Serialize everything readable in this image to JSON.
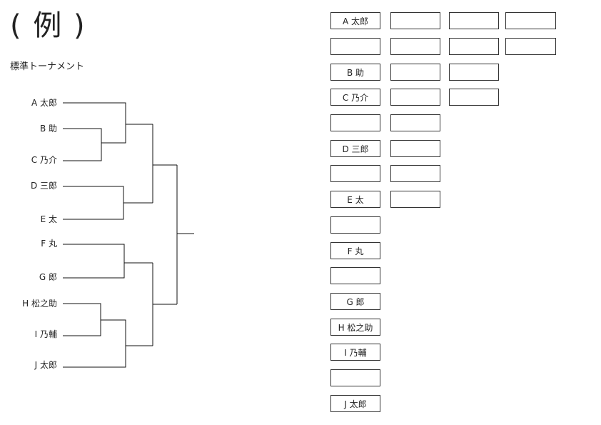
{
  "heading": "( 例 )",
  "subheading": "標準トーナメント",
  "bracket": {
    "players": [
      "A 太郎",
      "B 助",
      "C 乃介",
      "D 三郎",
      "E 太",
      "F 丸",
      "G 郎",
      "H 松之助",
      "I 乃輔",
      "J 太郎"
    ]
  },
  "grid": {
    "column1": [
      "A 太郎",
      "",
      "B 助",
      "C 乃介",
      "",
      "D 三郎",
      "",
      "E 太",
      "",
      "F 丸",
      "",
      "G 郎",
      "H 松之助",
      "I 乃輔",
      "",
      "J 太郎"
    ],
    "column2": [
      "",
      "",
      "",
      "",
      "",
      "",
      "",
      ""
    ],
    "column3": [
      "",
      "",
      "",
      ""
    ],
    "column4": [
      "",
      ""
    ]
  }
}
